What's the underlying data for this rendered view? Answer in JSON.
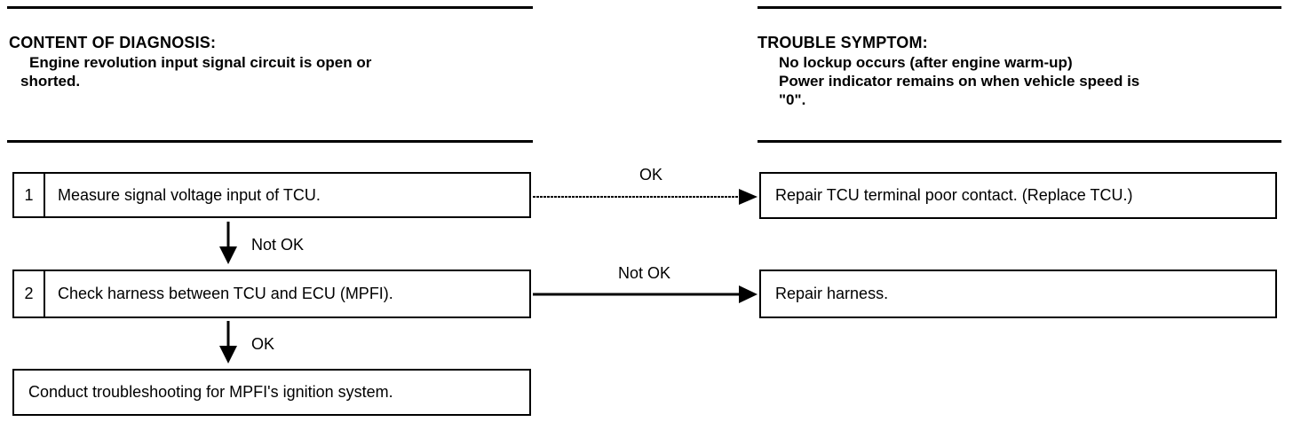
{
  "content_of_diagnosis": {
    "title": "CONTENT OF DIAGNOSIS:",
    "lines": [
      "Engine revolution input signal circuit is open or",
      "shorted."
    ]
  },
  "trouble_symptom": {
    "title": "TROUBLE SYMPTOM:",
    "lines": [
      "No lockup occurs (after engine warm-up)",
      "Power indicator remains on when vehicle speed is",
      "\"0\"."
    ]
  },
  "steps": [
    {
      "number": "1",
      "text": "Measure signal voltage input of TCU."
    },
    {
      "number": "2",
      "text": "Check harness between TCU and ECU (MPFI)."
    }
  ],
  "final_step": {
    "text": "Conduct troubleshooting for MPFI's ignition system."
  },
  "results": [
    {
      "text": "Repair TCU terminal poor contact. (Replace TCU.)"
    },
    {
      "text": "Repair harness."
    }
  ],
  "labels": {
    "step1_right": "OK",
    "step1_down": "Not OK",
    "step2_right": "Not OK",
    "step2_down": "OK"
  }
}
